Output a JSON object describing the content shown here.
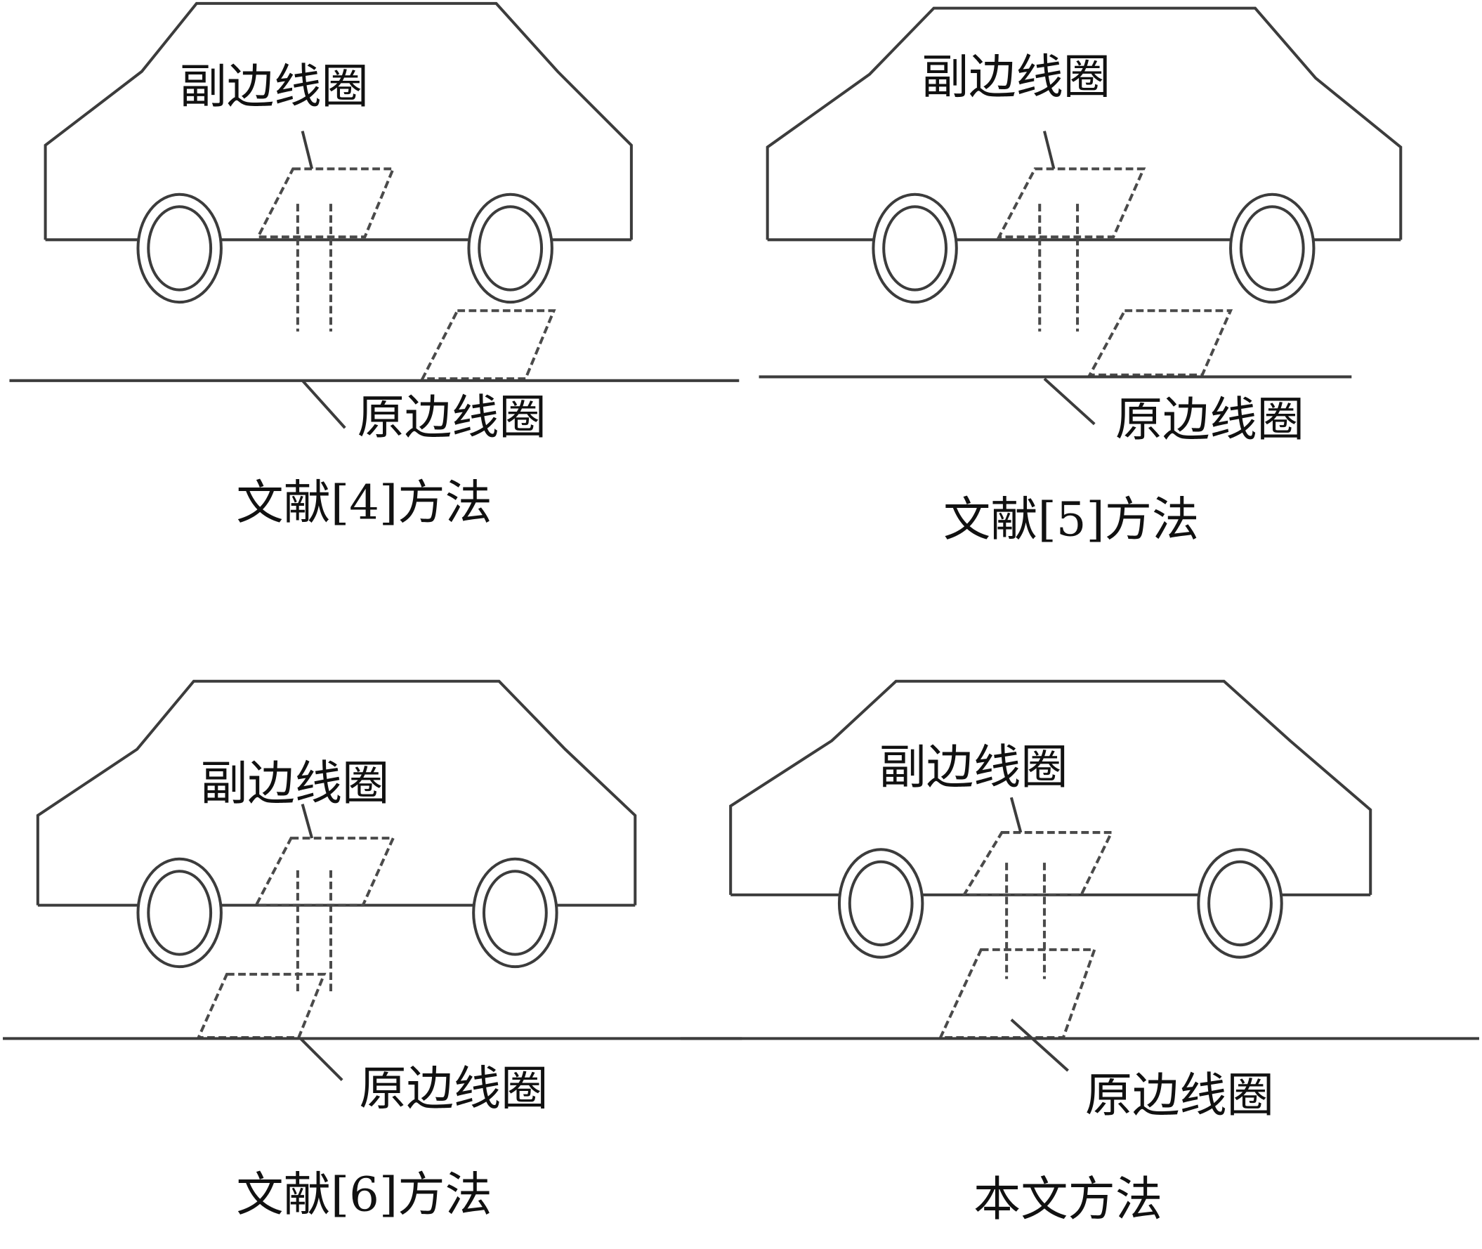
{
  "panels": [
    {
      "secondary_label": "副边线圈",
      "primary_label": "原边线圈",
      "caption": "文献[4]方法"
    },
    {
      "secondary_label": "副边线圈",
      "primary_label": "原边线圈",
      "caption": "文献[5]方法"
    },
    {
      "secondary_label": "副边线圈",
      "primary_label": "原边线圈",
      "caption": "文献[6]方法"
    },
    {
      "secondary_label": "副边线圈",
      "primary_label": "原边线圈",
      "caption": "本文方法"
    }
  ]
}
